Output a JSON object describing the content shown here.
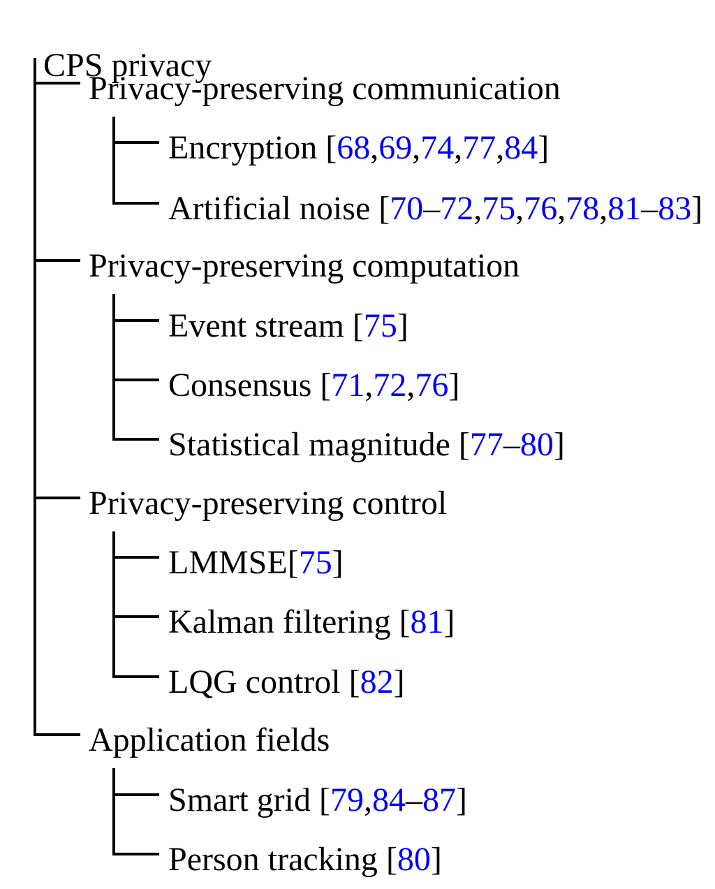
{
  "figure": {
    "root_label": "CPS privacy",
    "colors": {
      "text": "#000000",
      "link": "#0000ff",
      "line": "#000000",
      "background": "#ffffff"
    },
    "branches": [
      {
        "label": "Privacy-preserving communication",
        "children": [
          {
            "label": "Encryption",
            "citation": "[68,69,74,77,84]",
            "space": true
          },
          {
            "label": "Artificial noise",
            "citation": "[70–72,75,76,78,81–83]",
            "space": true
          }
        ]
      },
      {
        "label": "Privacy-preserving computation",
        "children": [
          {
            "label": "Event stream",
            "citation": "[75]",
            "space": true
          },
          {
            "label": "Consensus",
            "citation": "[71,72,76]",
            "space": true
          },
          {
            "label": "Statistical magnitude",
            "citation": "[77–80]",
            "space": true
          }
        ]
      },
      {
        "label": "Privacy-preserving control",
        "children": [
          {
            "label": "LMMSE",
            "citation": "[75]",
            "space": false
          },
          {
            "label": "Kalman filtering",
            "citation": "[81]",
            "space": true
          },
          {
            "label": "LQG control",
            "citation": "[82]",
            "space": true
          }
        ]
      },
      {
        "label": "Application fields",
        "children": [
          {
            "label": "Smart grid",
            "citation": "[79,84–87]",
            "space": true
          },
          {
            "label": "Person tracking",
            "citation": "[80]",
            "space": true
          }
        ]
      }
    ]
  }
}
